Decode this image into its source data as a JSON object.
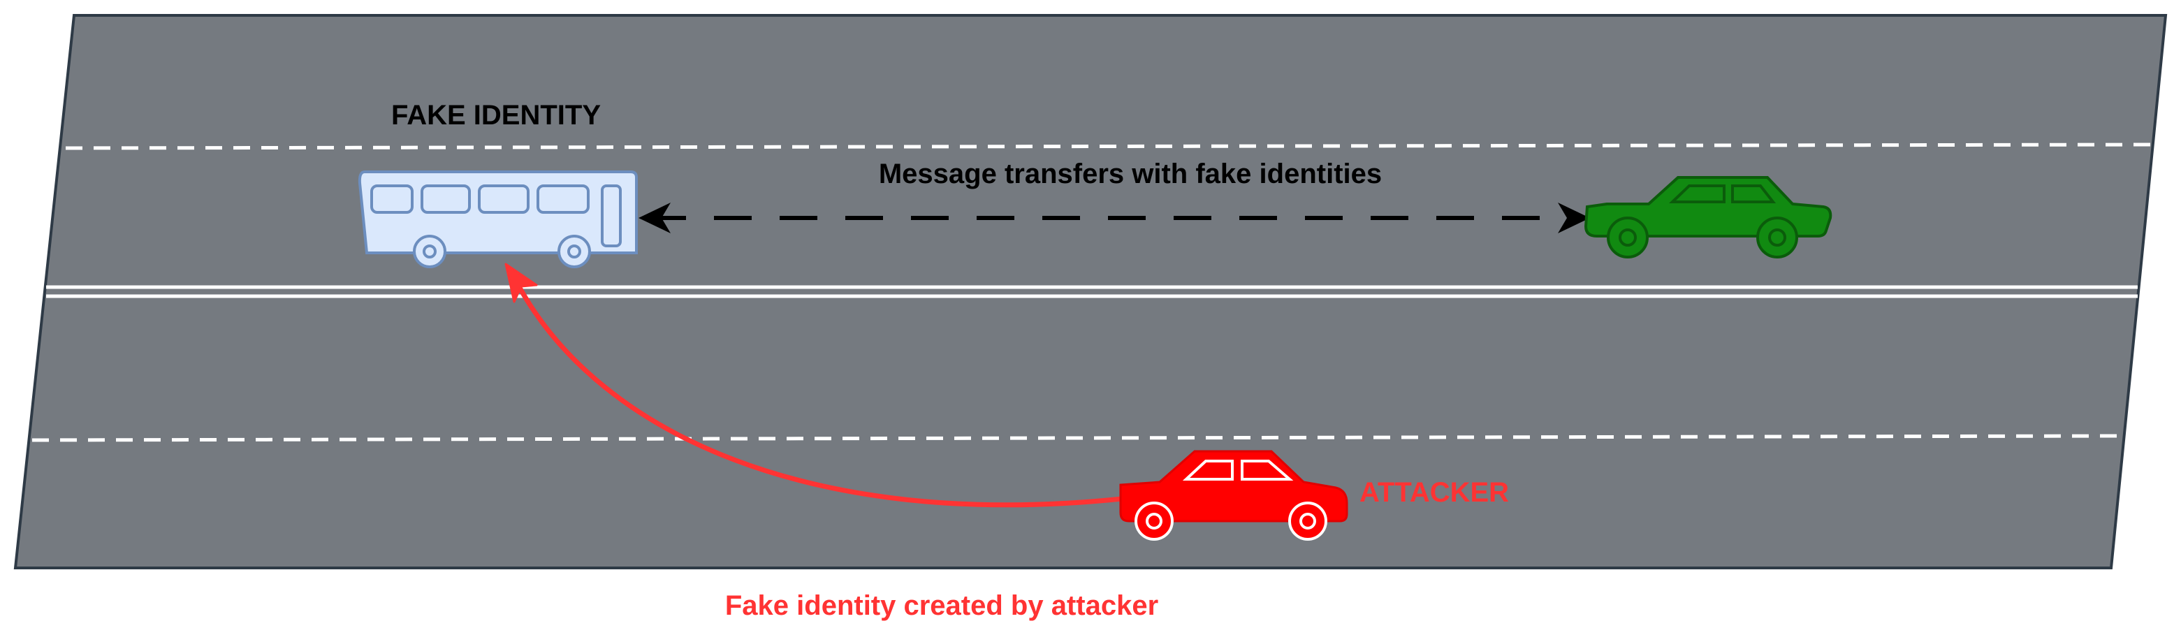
{
  "labels": {
    "fake_identity": "FAKE IDENTITY",
    "message": "Message transfers with fake identities",
    "attacker": "ATTACKER",
    "caption": "Fake identity created by attacker"
  },
  "icons": {
    "bus": "bus-icon",
    "victim_car": "car-icon",
    "attacker_car": "car-icon"
  },
  "colors": {
    "road": "#757a80",
    "road_border": "#2e3a46",
    "lane_marking": "#ffffff",
    "bus_fill": "#dae8fc",
    "bus_stroke": "#6c8ebf",
    "victim_car": "#118a11",
    "victim_car_stroke": "#0b5c0b",
    "attacker": "#ff2a2a",
    "attack_arrow": "#ff3333",
    "message_arrow": "#000000",
    "text_dark": "#000000",
    "text_red": "#ff3333"
  }
}
